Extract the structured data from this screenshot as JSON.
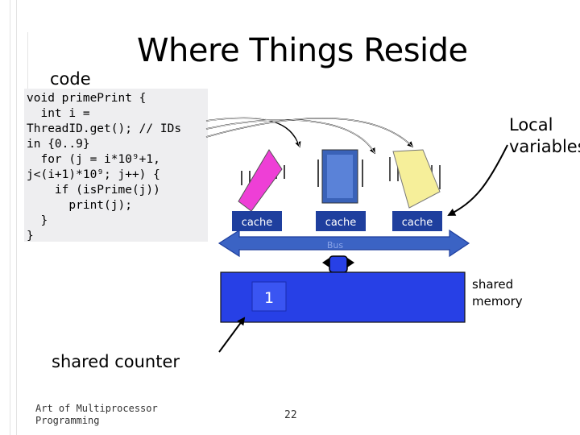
{
  "slide": {
    "title": "Where Things Reside",
    "code_label": "code",
    "code": "void primePrint {\n  int i =\nThreadID.get(); // IDs\nin {0..9}\n  for (j = i*10⁹+1,\nj<(i+1)*10⁹; j++) {\n    if (isPrime(j))\n      print(j);\n  }\n}",
    "local_variables_label": "Local\nvariables",
    "caches": [
      {
        "label": "cache"
      },
      {
        "label": "cache"
      },
      {
        "label": "cache"
      }
    ],
    "bus_label": "Bus",
    "shared_memory_label": "shared\nmemory",
    "shared_counter_label": "shared counter",
    "counter_value": "1",
    "footer": "Art of Multiprocessor\nProgramming",
    "page_number": "22"
  },
  "colors": {
    "processor_1": "#ee3fd6",
    "processor_2": "#3a62b8",
    "processor_3": "#f6ef9a",
    "bus": "#3b63c4",
    "cache_box": "#1f3f9e",
    "memory": "#2740e6",
    "code_background": "#eeeef0"
  },
  "icons": [
    "cpu-chip-icon",
    "bus-double-arrow-icon",
    "pointer-arrow-icon"
  ]
}
